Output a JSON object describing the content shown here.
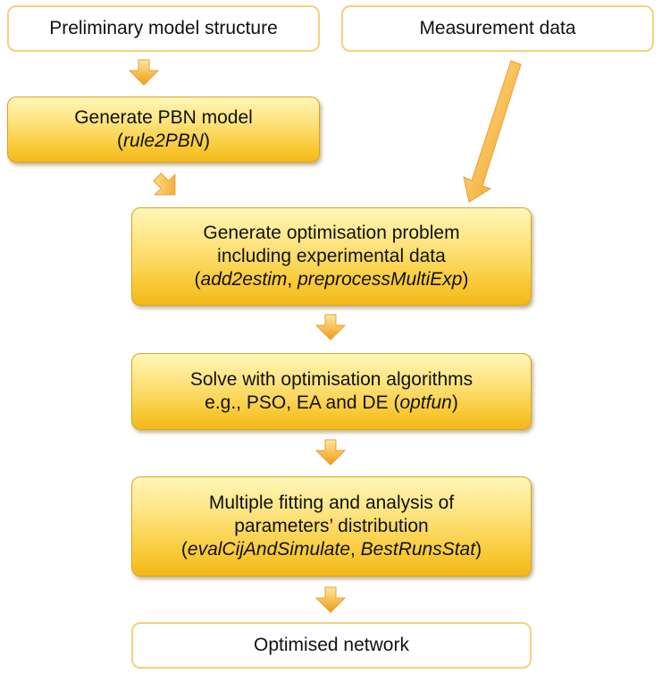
{
  "diagram": {
    "inputs": {
      "preliminary": "Preliminary model structure",
      "measurement": "Measurement data"
    },
    "steps": [
      {
        "line1": "Generate PBN model",
        "fn_open": "(",
        "fn1": "rule2PBN",
        "fn_close": ")"
      },
      {
        "line1": "Generate optimisation problem",
        "line2": "including experimental data",
        "fn_open": "(",
        "fn1": "add2estim",
        "sep": ", ",
        "fn2": "preprocessMultiExp",
        "fn_close": ")"
      },
      {
        "line1": "Solve with optimisation algorithms",
        "line2_prefix": "e.g., PSO, EA and DE (",
        "fn1": "optfun",
        "fn_close": ")"
      },
      {
        "line1": "Multiple fitting and analysis of",
        "line2": "parameters’ distribution",
        "fn_open": "(",
        "fn1": "evalCijAndSimulate",
        "sep": ", ",
        "fn2": "BestRunsStat",
        "fn_close": ")"
      }
    ],
    "output": "Optimised network",
    "colors": {
      "box_fill_top": "#fff6b8",
      "box_fill_bottom": "#f3b81c",
      "border": "#f2d27a",
      "arrow": "#f5a623"
    }
  }
}
